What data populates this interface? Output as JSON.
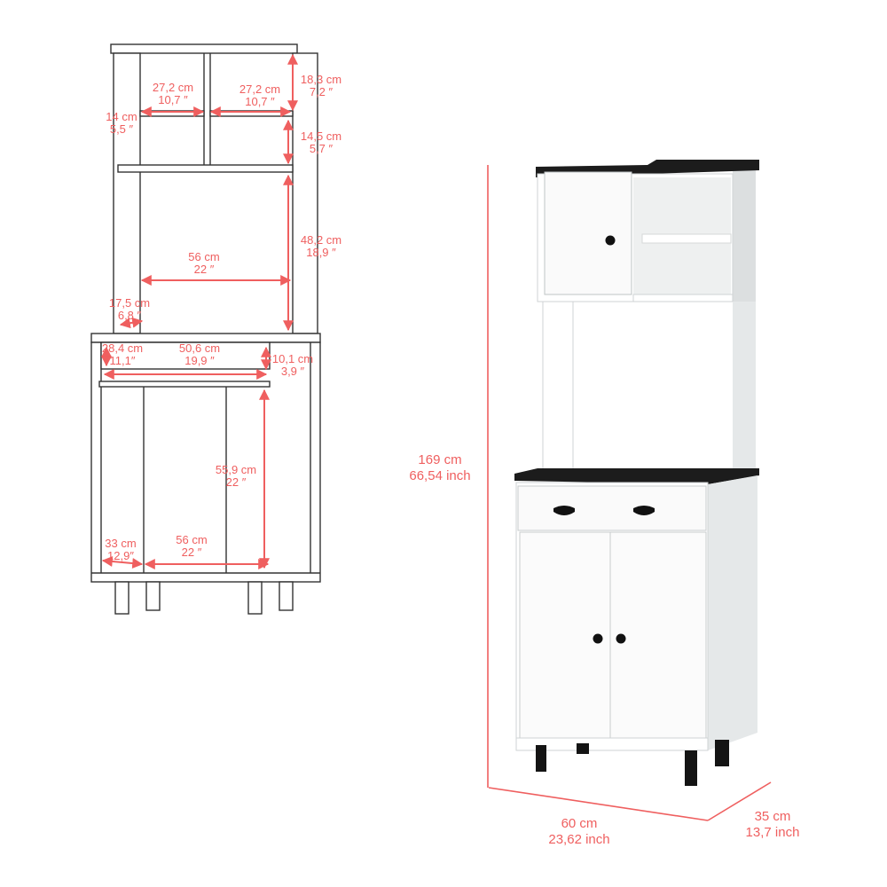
{
  "colors": {
    "dimension": "#ef5f5f",
    "outline": "#333333",
    "panel": "#ffffff",
    "top": "#1c1c1c",
    "shadow": "#d9dcdd"
  },
  "icons": [
    "cabinet-line-drawing",
    "cabinet-render",
    "dimension-arrow"
  ],
  "labels": {
    "top_height": {
      "cm": "18,3 cm",
      "in": "7,2 ″"
    },
    "shelf_left_w": {
      "cm": "27,2 cm",
      "in": "10,7 ″"
    },
    "shelf_right_w": {
      "cm": "27,2 cm",
      "in": "10,7 ″"
    },
    "shelf_left_h": {
      "cm": "14 cm",
      "in": "5,5 ″"
    },
    "shelf_right_h": {
      "cm": "14,5 cm",
      "in": "5,7 ″"
    },
    "open_height": {
      "cm": "48,2 cm",
      "in": "18,9 ″"
    },
    "open_width": {
      "cm": "56 cm",
      "in": "22 ″"
    },
    "open_depth": {
      "cm": "17,5 cm",
      "in": "6,8 ″"
    },
    "drawer_depth": {
      "cm": "28,4 cm",
      "in": "11,1″"
    },
    "drawer_width": {
      "cm": "50,6 cm",
      "in": "19,9 ″"
    },
    "drawer_height": {
      "cm": "10,1 cm",
      "in": "3,9 ″"
    },
    "base_height": {
      "cm": "55,9 cm",
      "in": "22 ″"
    },
    "base_depth": {
      "cm": "33 cm",
      "in": "12,9″"
    },
    "base_width": {
      "cm": "56 cm",
      "in": "22 ″"
    },
    "total_height": {
      "cm": "169 cm",
      "in": "66,54 inch"
    },
    "total_width": {
      "cm": "60 cm",
      "in": "23,62 inch"
    },
    "total_depth": {
      "cm": "35 cm",
      "in": "13,7 inch"
    }
  }
}
